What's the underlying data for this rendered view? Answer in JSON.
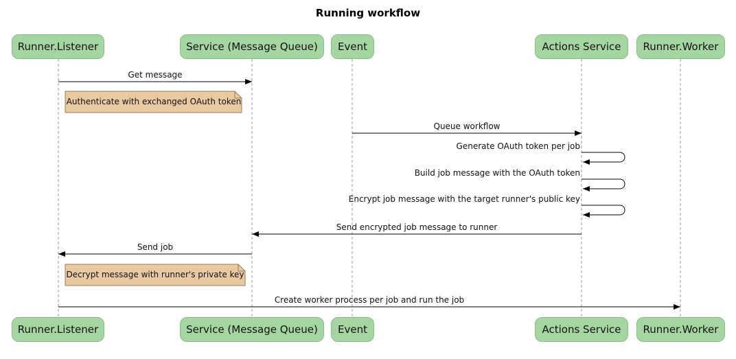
{
  "title": "Running workflow",
  "participants": [
    {
      "label": "Runner.Listener"
    },
    {
      "label": "Service (Message Queue)"
    },
    {
      "label": "Event"
    },
    {
      "label": "Actions Service"
    },
    {
      "label": "Runner.Worker"
    }
  ],
  "messages": [
    {
      "label": "Get message",
      "from": "Runner.Listener",
      "to": "Service (Message Queue)"
    },
    {
      "label": "Queue workflow",
      "from": "Event",
      "to": "Actions Service"
    },
    {
      "label": "Generate OAuth token per job",
      "from": "Actions Service",
      "to": "Actions Service"
    },
    {
      "label": "Build job message with the OAuth token",
      "from": "Actions Service",
      "to": "Actions Service"
    },
    {
      "label": "Encrypt job message with the target runner's public key",
      "from": "Actions Service",
      "to": "Actions Service"
    },
    {
      "label": "Send encrypted job message to runner",
      "from": "Actions Service",
      "to": "Service (Message Queue)"
    },
    {
      "label": "Send job",
      "from": "Service (Message Queue)",
      "to": "Runner.Listener"
    },
    {
      "label": "Create worker process per job and run the job",
      "from": "Runner.Listener",
      "to": "Runner.Worker"
    }
  ],
  "notes": [
    {
      "label": "Authenticate with exchanged OAuth token"
    },
    {
      "label": "Decrypt message with runner's private key"
    }
  ],
  "colors": {
    "participant_fill": "#a5d6a1",
    "note_fill": "#e9c9a2",
    "note_border": "#9c7b4f",
    "arrow": "#000000",
    "lifeline": "#999999"
  }
}
